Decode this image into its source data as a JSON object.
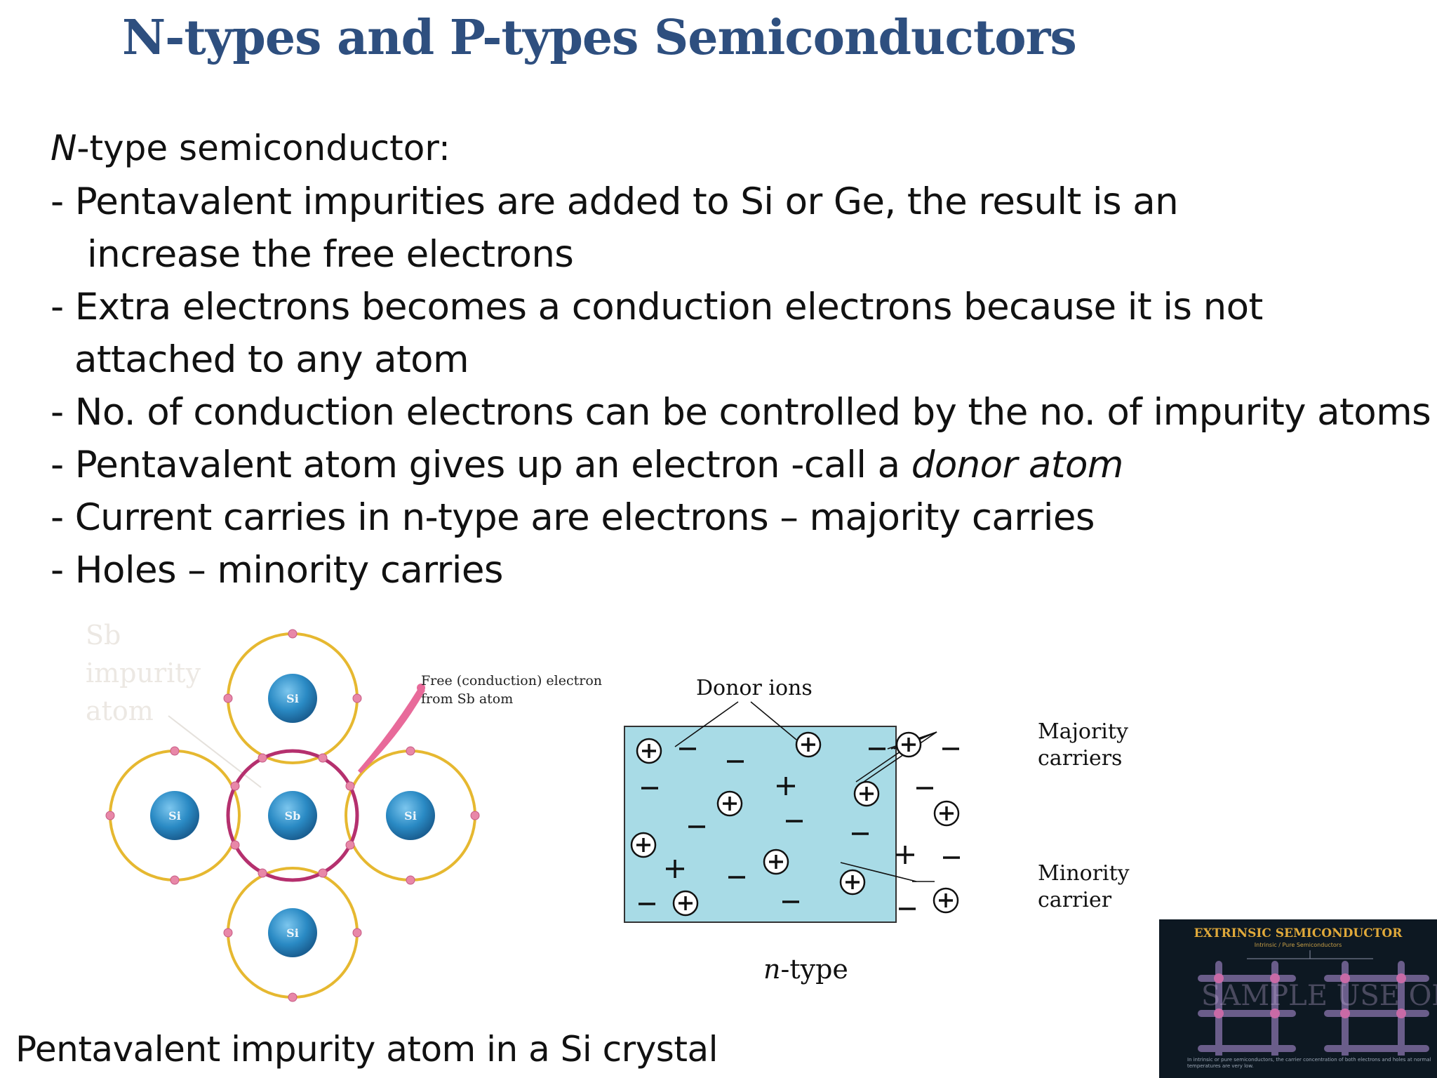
{
  "slide": {
    "title": "N-types and P-types Semiconductors",
    "heading": {
      "italic_letter": "N",
      "rest": "-type semiconductor:"
    },
    "bullets": [
      {
        "line1": "- Pentavalent impurities are added to Si or Ge, the result is an",
        "line2": "increase the free electrons"
      },
      {
        "line1": "- Extra electrons becomes a conduction electrons because it is not",
        "line2": "attached to any atom"
      },
      {
        "line1": "- No. of conduction electrons can be controlled by the no. of impurity atoms"
      },
      {
        "line1": "- Pentavalent atom gives up an electron -call a ",
        "emphasis": "donor atom"
      },
      {
        "line1": "- Current carries in n-type are electrons – majority carries"
      },
      {
        "line1": "- Holes – minority carries"
      }
    ],
    "caption": "Pentavalent impurity atom in a Si crystal"
  },
  "crystal_diagram": {
    "impurity_label": [
      "Sb",
      "impurity",
      "atom"
    ],
    "free_electron_label": [
      "Free (conduction) electron",
      "from Sb atom"
    ],
    "atoms": [
      "Si",
      "Si",
      "Sb",
      "Si",
      "Si"
    ],
    "colors": {
      "orbit": "#e6b830",
      "impurity_orbit": "#b5306e",
      "electron": "#e887a8",
      "atom_core": "#2a8ac4"
    }
  },
  "ntype_diagram": {
    "donor_label": "Donor ions",
    "majority_label": [
      "Majority",
      "carriers"
    ],
    "minority_label": [
      "Minority",
      "carrier"
    ],
    "type_label": {
      "italic": "n",
      "rest": "-type"
    },
    "colors": {
      "fill": "#a8dbe6",
      "border": "#333333"
    }
  },
  "thumbnail": {
    "title": "EXTRINSIC SEMICONDUCTOR",
    "subtitle": "Intrinsic / Pure Semiconductors",
    "watermark": "SAMPLE USE ONLY",
    "footnote": "In intrinsic or pure semiconductors, the carrier concentration of both electrons and holes at normal temperatures are very low."
  }
}
